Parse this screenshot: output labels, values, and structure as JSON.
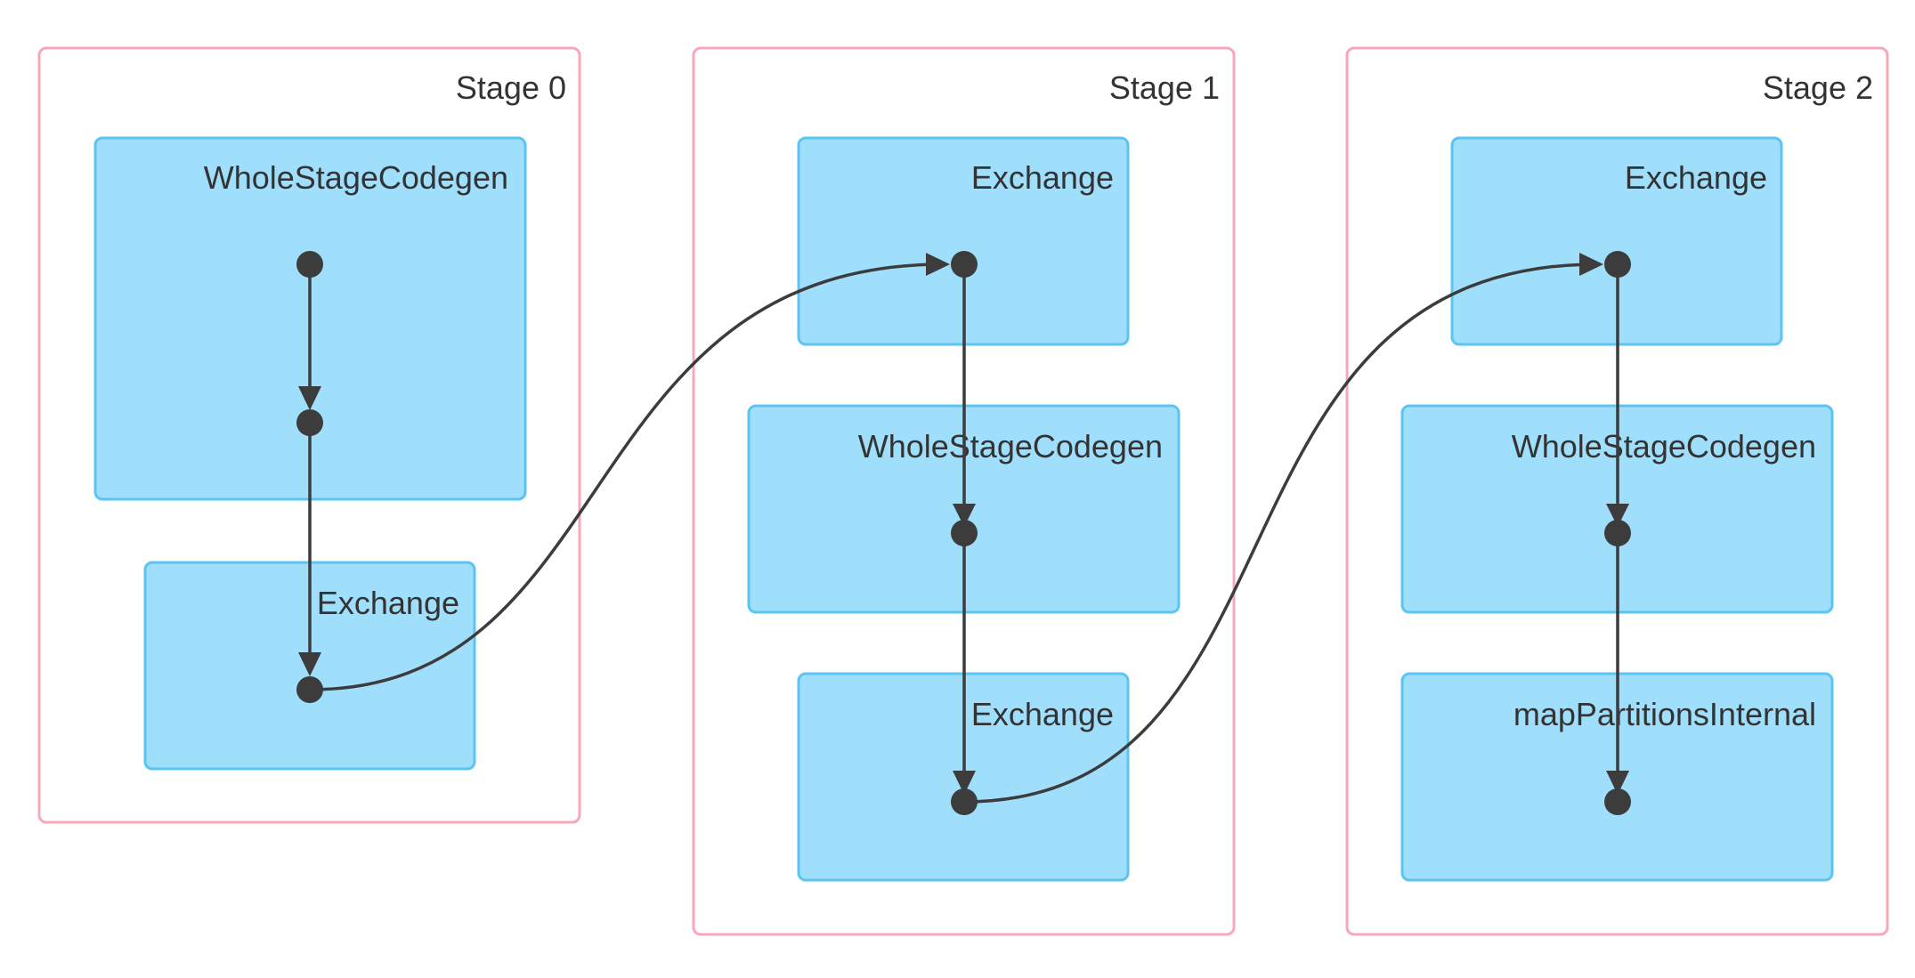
{
  "stages": [
    {
      "label": "Stage 0",
      "operators": [
        {
          "label": "WholeStageCodegen"
        },
        {
          "label": "Exchange"
        }
      ]
    },
    {
      "label": "Stage 1",
      "operators": [
        {
          "label": "Exchange"
        },
        {
          "label": "WholeStageCodegen"
        },
        {
          "label": "Exchange"
        }
      ]
    },
    {
      "label": "Stage 2",
      "operators": [
        {
          "label": "Exchange"
        },
        {
          "label": "WholeStageCodegen"
        },
        {
          "label": "mapPartitionsInternal"
        }
      ]
    }
  ],
  "colors": {
    "stage_border": "#f7a8b8",
    "operator_fill": "#a0dffc",
    "operator_border": "#5cc4f2",
    "node": "#3c3c3c",
    "text": "#333333"
  }
}
